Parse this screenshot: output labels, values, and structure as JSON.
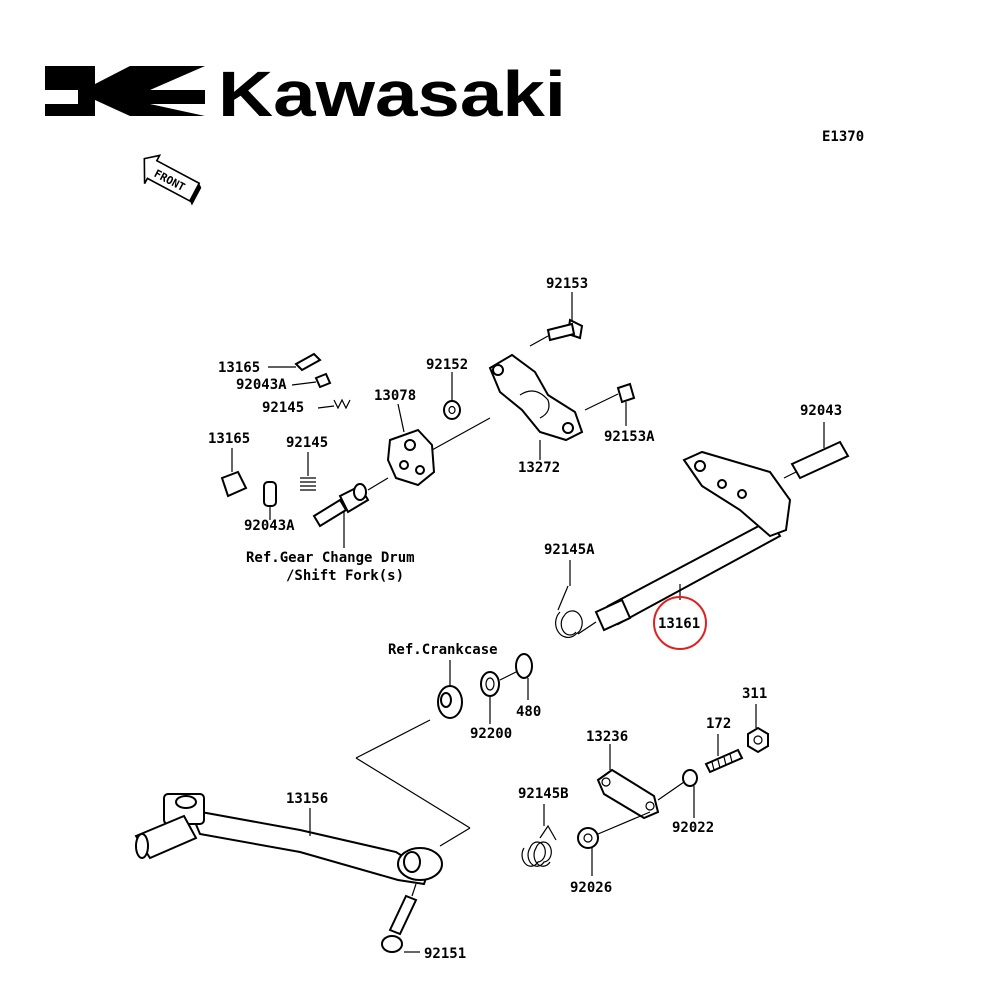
{
  "brand": {
    "name": "Kawasaki",
    "logo_icon": "kawasaki-k-logo-icon"
  },
  "diagram_code": "E1370",
  "front_indicator": {
    "label": "FRONT",
    "icon": "front-arrow-icon"
  },
  "highlight_color": "#e02020",
  "highlighted_part": "13161",
  "labels": {
    "p92153": "92153",
    "p13165_top": "13165",
    "p92043A_top": "92043A",
    "p92145_top": "92145",
    "p92152": "92152",
    "p13078": "13078",
    "p92153A": "92153A",
    "p13272": "13272",
    "p13165_left": "13165",
    "p92145_mid": "92145",
    "p92043A_bottom": "92043A",
    "p92043": "92043",
    "ref_drum_line1": "Ref.Gear Change Drum",
    "ref_drum_line2": "/Shift Fork(s)",
    "p92145A": "92145A",
    "p13161": "13161",
    "ref_crankcase": "Ref.Crankcase",
    "p480": "480",
    "p92200": "92200",
    "p311": "311",
    "p172": "172",
    "p13236": "13236",
    "p92022": "92022",
    "p92145B": "92145B",
    "p13156": "13156",
    "p92026": "92026",
    "p92151": "92151"
  }
}
